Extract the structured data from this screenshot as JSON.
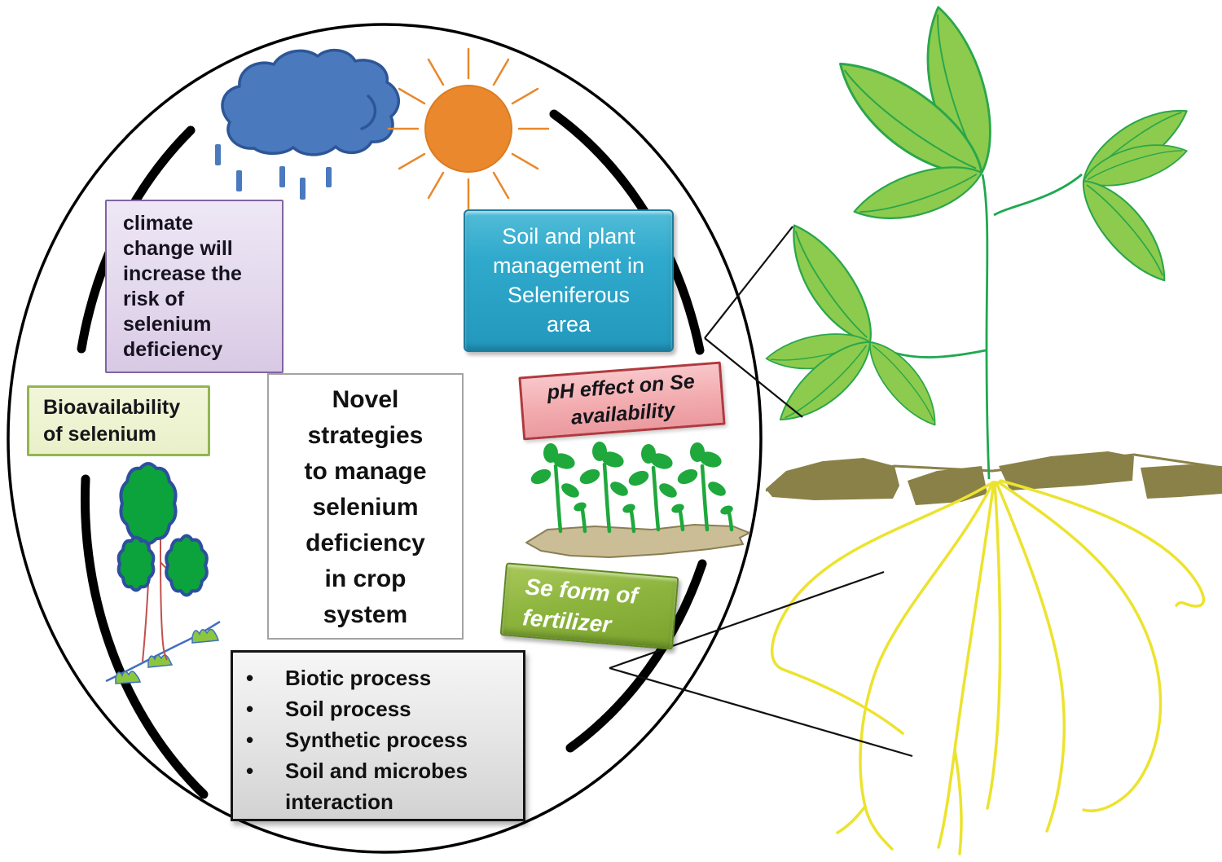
{
  "palette": {
    "circle_stroke": "#000000",
    "cloud_blue": "#4b79be",
    "cloud_border": "#2d5696",
    "sun_orange": "#e9882c",
    "climate_fill": "#e2d7ec",
    "climate_border": "#8064a2",
    "soil_plant_fill": "#2fa9cc",
    "soil_plant_border": "#1b7d9e",
    "bioavailability_fill": "#eaf0c9",
    "bioavailability_border": "#93b550",
    "center_fill": "#ffffff",
    "center_border": "#a3a3a3",
    "ph_fill": "#f2abae",
    "ph_border": "#b03a3f",
    "fertilizer_fill": "#8db53e",
    "fertilizer_border": "#5d8721",
    "processes_fill": "#e4e4e4",
    "processes_border": "#141414",
    "leaf_fill": "#8ccb4d",
    "leaf_stroke": "#2aa64b",
    "stem_green": "#1fa850",
    "root_yellow": "#ece32e",
    "soil_olive": "#8a8148",
    "crop_green": "#1fa83c",
    "crop_soil_fill": "#cbbe97",
    "crop_soil_border": "#8a7e55",
    "tree_canopy_green": "#0ca23c",
    "tree_canopy_outline": "#2d4f9e",
    "tree_trunk_red": "#c0504d",
    "ground_blue": "#4070c0",
    "grass_green": "#8cc63e"
  },
  "boxes": {
    "climate": {
      "lines": [
        "climate",
        "change will",
        "increase the",
        "risk of",
        "selenium",
        "deficiency"
      ]
    },
    "soil_plant": {
      "lines": [
        "Soil and plant",
        "management in",
        "Seleniferous",
        "area"
      ]
    },
    "bioavailability": {
      "lines": [
        "Bioavailability",
        "of selenium"
      ]
    },
    "center": {
      "lines": [
        "Novel",
        "strategies",
        "to manage",
        "selenium",
        "deficiency",
        "in crop",
        "system"
      ]
    },
    "ph": {
      "lines": [
        "pH effect on Se",
        "availability"
      ]
    },
    "fertilizer": {
      "lines": [
        "Se form of",
        "fertilizer"
      ]
    },
    "processes": {
      "bullet": "•",
      "items": [
        "Biotic process",
        "Soil process",
        "Synthetic process",
        "Soil and microbes interaction"
      ]
    }
  }
}
